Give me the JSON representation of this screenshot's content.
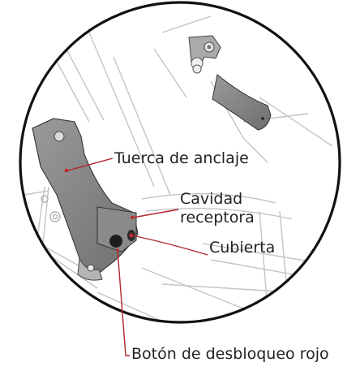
{
  "labels": {
    "anchor_nut": "Tuerca de anclaje",
    "receiver_cavity_line1": "Cavidad",
    "receiver_cavity_line2": "receptora",
    "cover": "Cubierta",
    "red_release_button": "Botón de desbloqueo rojo"
  },
  "colors": {
    "leader_line": "#b3262c",
    "marker": "#c0272d",
    "circle_outline": "#111111",
    "bracket_fill": "#8e8e8e",
    "sketch_line": "#bdbdbd"
  }
}
